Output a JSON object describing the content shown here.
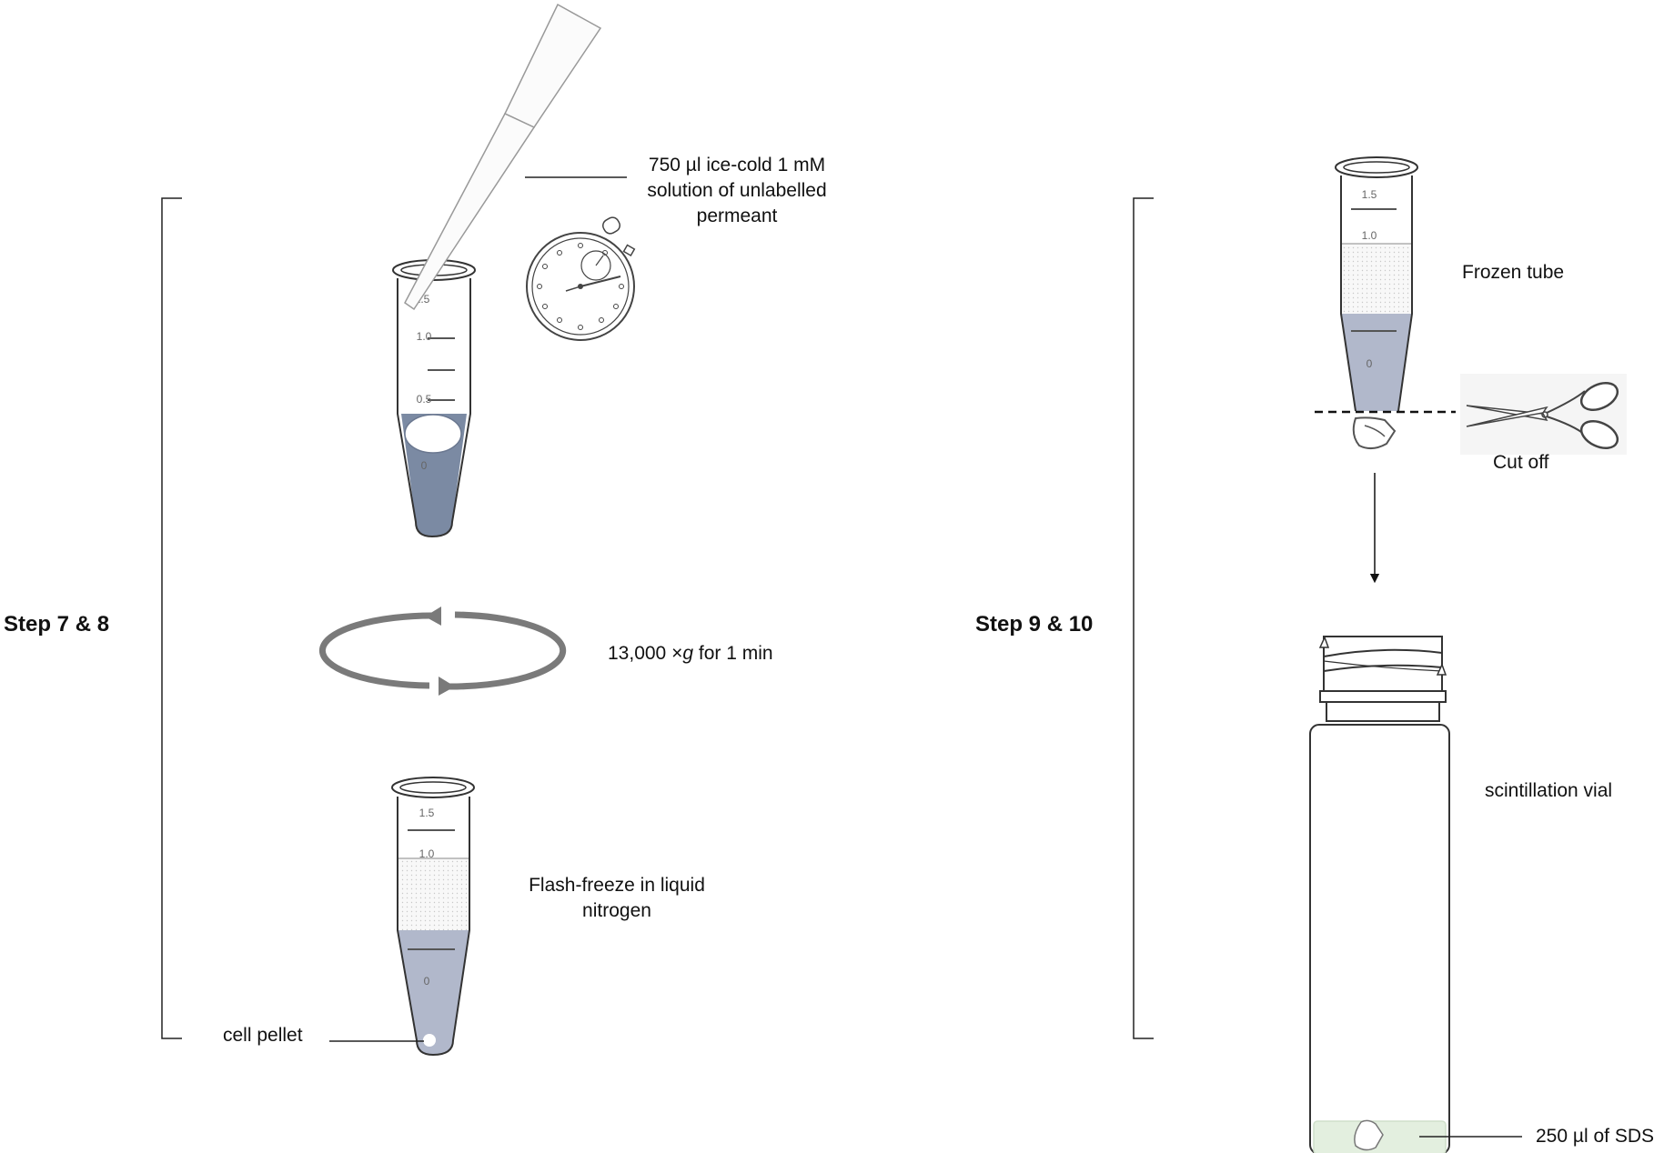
{
  "left_panel": {
    "step_label": "Step 7 & 8",
    "annotation_solution_line1": "750 µl ice-cold 1 mM",
    "annotation_solution_line2": "solution of unlabelled",
    "annotation_solution_line3": "permeant",
    "centrifuge_prefix": "13,000 ×",
    "centrifuge_g": "g",
    "centrifuge_suffix": " for 1 min",
    "freeze_line1": "Flash-freeze in liquid",
    "freeze_line2": "nitrogen",
    "pellet_label": "cell pellet",
    "tube_top_ticks": [
      "1.5",
      "1.0",
      "0.5",
      "0"
    ],
    "tube_bottom_ticks": [
      "1.5",
      "1.0",
      "0"
    ]
  },
  "right_panel": {
    "step_label": "Step 9 & 10",
    "frozen_label": "Frozen tube",
    "cut_label": "Cut off",
    "vial_label": "scintillation vial",
    "sds_label": "250 µl of SDS",
    "tube_ticks": [
      "1.5",
      "1.0",
      "0"
    ]
  },
  "colors": {
    "liquid_dark": "#7b8aa3",
    "liquid_light": "#b1b8cb",
    "sds_fill": "#e3efdf",
    "arrow_gray": "#7a7a7a",
    "outline": "#333333"
  },
  "icons": [
    "pipette-tip-icon",
    "stopwatch-icon",
    "centrifuge-arrows-icon",
    "scissors-icon",
    "down-arrow-icon"
  ]
}
